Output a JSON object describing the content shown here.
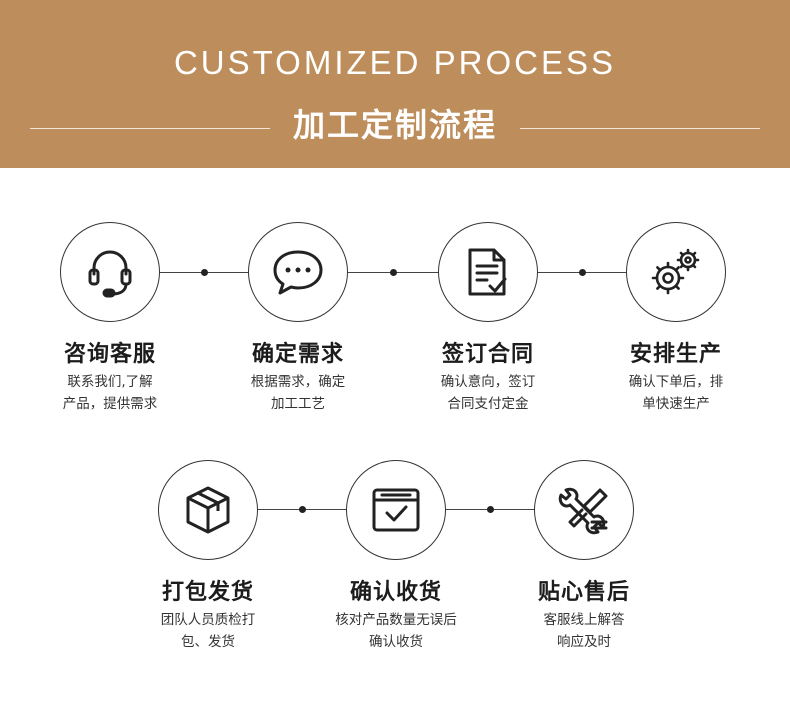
{
  "banner": {
    "title_en": "CUSTOMIZED PROCESS",
    "title_cn": "加工定制流程"
  },
  "steps": [
    {
      "icon": "headset-icon",
      "title": "咨询客服",
      "desc_line1": "联系我们,了解",
      "desc_line2": "产品，提供需求"
    },
    {
      "icon": "chat-bubble-icon",
      "title": "确定需求",
      "desc_line1": "根据需求，确定",
      "desc_line2": "加工工艺"
    },
    {
      "icon": "document-check-icon",
      "title": "签订合同",
      "desc_line1": "确认意向，签订",
      "desc_line2": "合同支付定金"
    },
    {
      "icon": "gears-icon",
      "title": "安排生产",
      "desc_line1": "确认下单后，排",
      "desc_line2": "单快速生产"
    },
    {
      "icon": "package-box-icon",
      "title": "打包发货",
      "desc_line1": "团队人员质检打",
      "desc_line2": "包、发货"
    },
    {
      "icon": "inbox-check-icon",
      "title": "确认收货",
      "desc_line1": "核对产品数量无误后",
      "desc_line2": "确认收货"
    },
    {
      "icon": "wrench-screwdriver-icon",
      "title": "贴心售后",
      "desc_line1": "客服线上解答",
      "desc_line2": "响应及时"
    }
  ]
}
